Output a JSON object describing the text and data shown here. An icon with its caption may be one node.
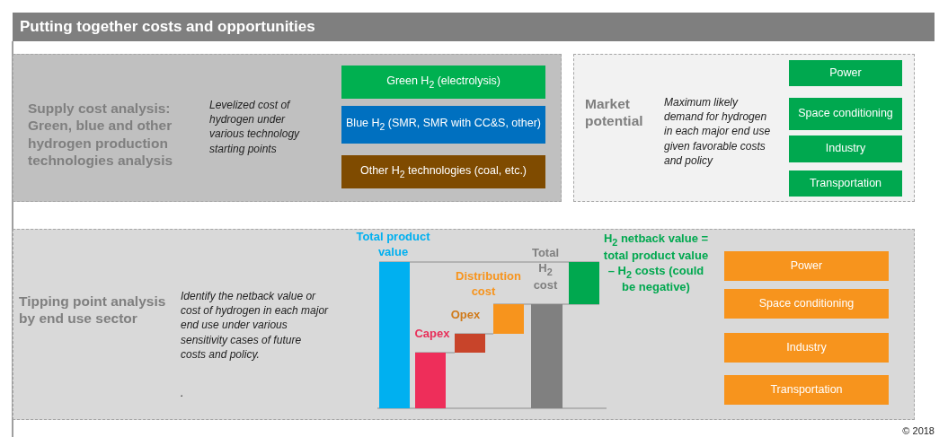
{
  "diagram": {
    "title": "Putting together costs and opportunities",
    "nodes": [
      {
        "text": [
          "Supply cost analysis: Green, blue and other hydrogen production technologies analysis",
          "Levelized cost of hydrogen under various technology starting points"
        ]
      },
      {
        "text": [
          "Green H$_{2}$ (electrolysis)"
        ],
        "in": 0
      },
      {
        "text": [
          "Blue H$_{2}$ (SMR, SMR with CC&S, other)"
        ],
        "in": 0
      },
      {
        "text": [
          "Other H$_{2}$ technologies (coal, etc.)"
        ],
        "in": 0
      },
      {
        "text": [
          "Market potential",
          "Maximum likely demand for hydrogen in each major end use given favorable costs and policy"
        ]
      },
      {
        "text": [
          "Power"
        ],
        "in": 4
      },
      {
        "text": [
          "Space conditioning"
        ],
        "in": 4
      },
      {
        "text": [
          "Industry"
        ],
        "in": 4
      },
      {
        "text": [
          "Transportation"
        ],
        "in": 4
      },
      {
        "text": [
          "Tipping point analysis by end use sector",
          "Identify the netback value or cost of hydrogen in each major end use under various sensitivity cases of future costs and policy.",
          "."
        ]
      },
      {
        "text": [
          "Power"
        ],
        "in": 9
      },
      {
        "text": [
          "Space conditioning"
        ],
        "in": 9
      },
      {
        "text": [
          "Industry"
        ],
        "in": 9
      },
      {
        "text": [
          "Transportation"
        ],
        "in": 9
      }
    ],
    "labels": [
      "Total product value",
      "Total H$_{2}$ cost",
      "H$_{2}$ netback value = total product value – H$_{2}$ costs (could be negative)",
      "Distribution cost",
      "Opex",
      "Capex",
      "© 2018"
    ]
  }
}
